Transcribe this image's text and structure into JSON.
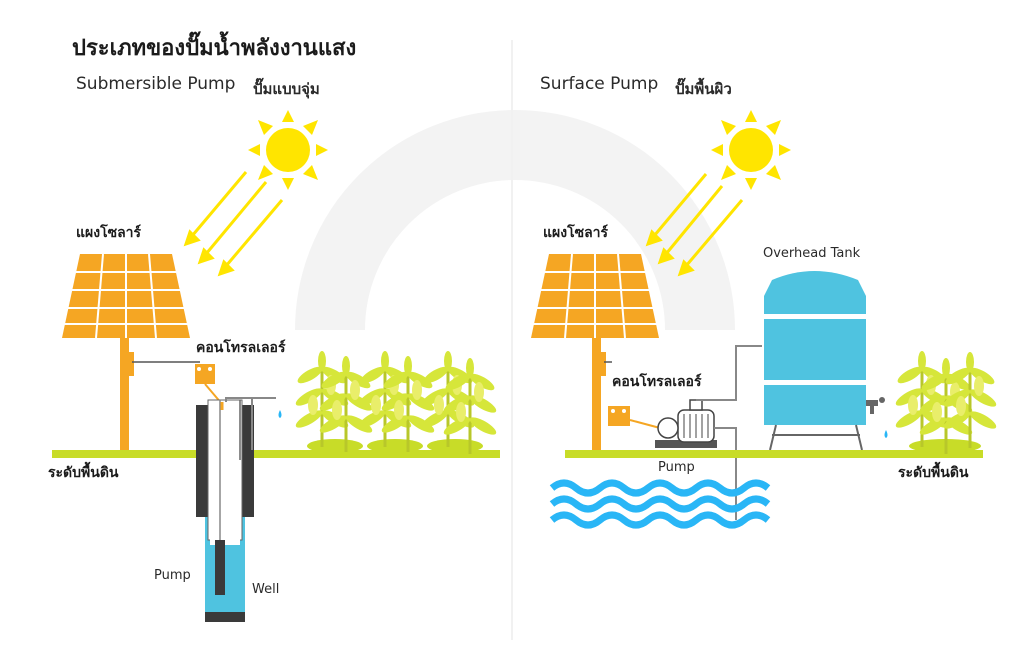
{
  "title": "ประเภทของปั๊มน้ำพลังงานแสง",
  "left": {
    "heading_en": "Submersible Pump",
    "heading_th": "ปั๊มแบบจุ่ม",
    "solar_label": "แผงโซลาร์",
    "controller_label": "คอนโทรลเลอร์",
    "ground_label": "ระดับพื้นดิน",
    "pump_label": "Pump",
    "well_label": "Well"
  },
  "right": {
    "heading_en": "Surface Pump",
    "heading_th": "ปั๊มพื้นผิว",
    "solar_label": "แผงโซลาร์",
    "controller_label": "คอนโทรลเลอร์",
    "tank_label": "Overhead Tank",
    "pump_label": "Pump",
    "ground_label": "ระดับพื้นดิน"
  },
  "colors": {
    "sun": "#FFE500",
    "panel": "#F5A623",
    "ground": "#C8DC28",
    "tank": "#4FC3E0",
    "water": "#29B6F6",
    "crop": "#D6E63A",
    "well_dark": "#3a3a3a"
  }
}
